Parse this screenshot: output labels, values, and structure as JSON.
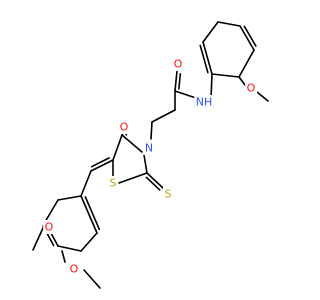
{
  "atoms": {
    "o_carbonyl_ring": "O",
    "o_amide": "O",
    "n_ring": "N",
    "s_thioxo": "S",
    "s_ring": "S",
    "nh_amide": "NH",
    "o_methoxy_anilide": "O",
    "o_methoxy_meta": "O",
    "o_methoxy_para": "O"
  },
  "colors": {
    "O": "#ff0d0d",
    "N": "#3050f8",
    "S": "#b5a600",
    "bond": "#000000"
  }
}
